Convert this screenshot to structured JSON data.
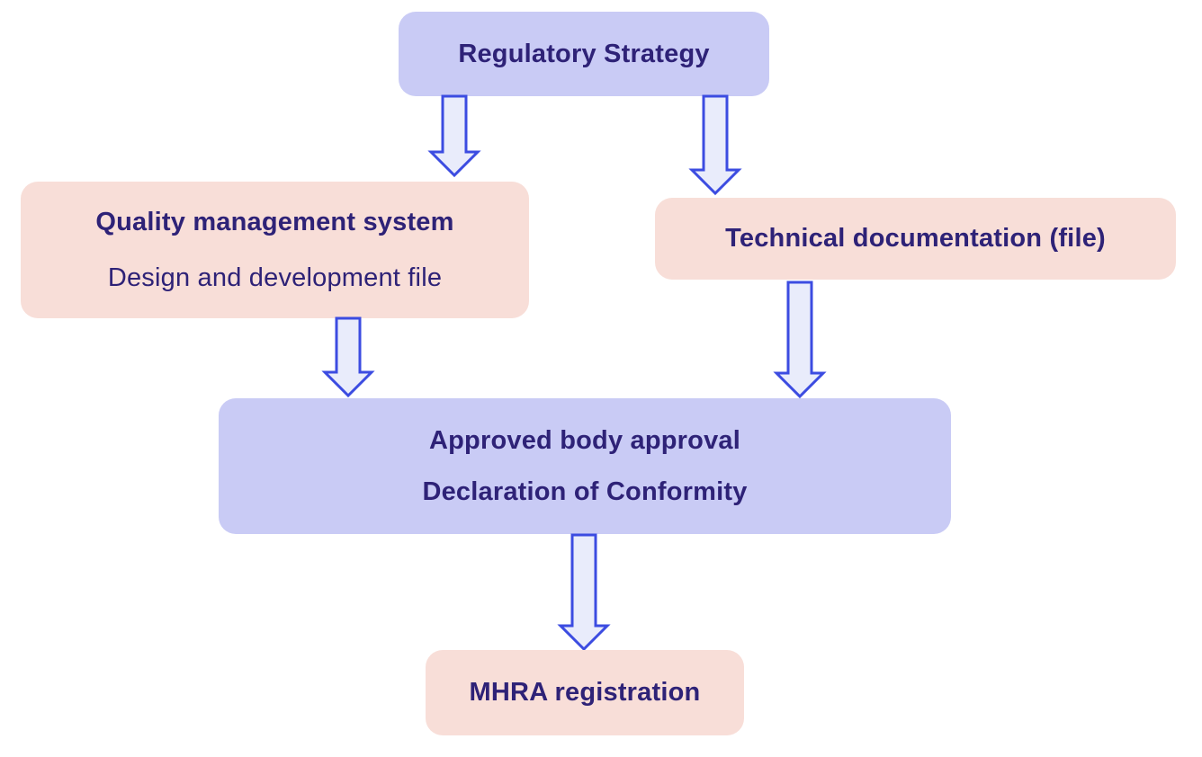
{
  "colors": {
    "background": "#ffffff",
    "lavender_fill": "#c9cbf5",
    "pink_fill": "#f8ded8",
    "text": "#2e2277",
    "arrow_fill": "#e9ecfb",
    "arrow_stroke": "#3c4ce1"
  },
  "nodes": {
    "regulatory_strategy": {
      "title": "Regulatory Strategy"
    },
    "quality_management": {
      "title": "Quality management system",
      "subtitle": "Design and development file"
    },
    "technical_documentation": {
      "title": "Technical documentation (file)"
    },
    "approved_body": {
      "title": "Approved body approval",
      "subtitle": "Declaration of Conformity"
    },
    "mhra_registration": {
      "title": "MHRA registration"
    }
  }
}
